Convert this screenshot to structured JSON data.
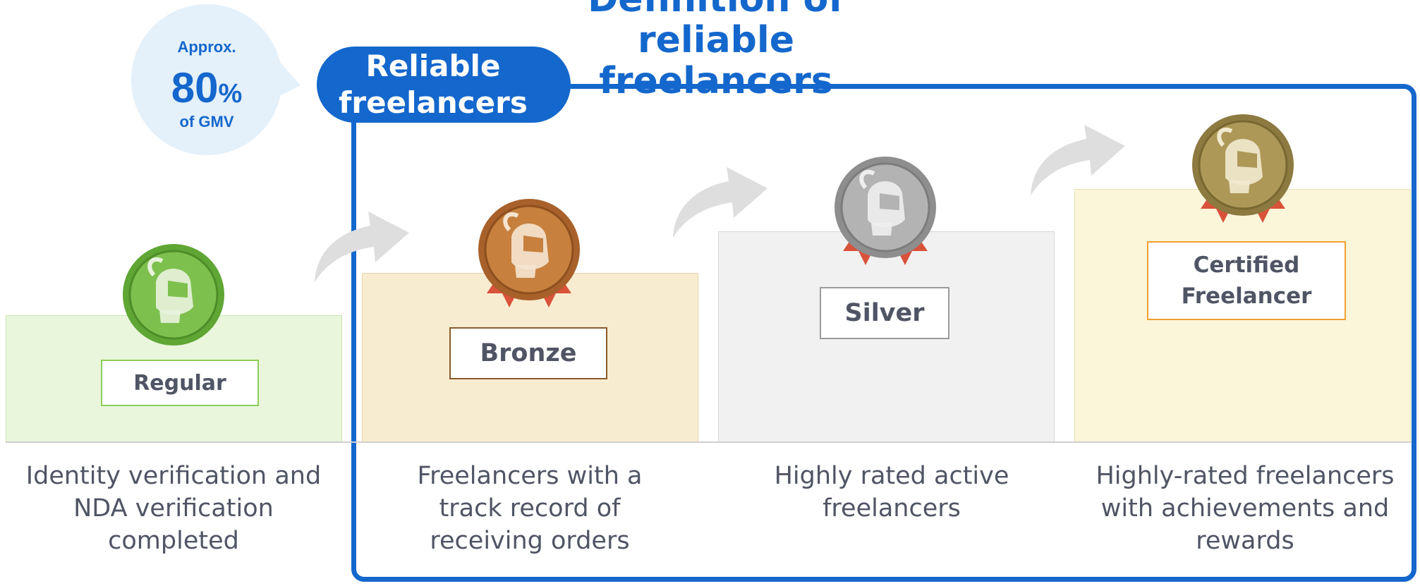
{
  "title": "Definition of reliable\nfreelancers",
  "gmv_bubble": {
    "approx": "Approx.",
    "value": "80",
    "unit": "%",
    "suffix": "of GMV"
  },
  "reliable_tab": "Reliable\nfreelancers",
  "tiers": [
    {
      "label": "Regular",
      "description": "Identity verification and\nNDA verification\ncompleted",
      "medal_color": "#5fa634",
      "has_ribbon": false
    },
    {
      "label": "Bronze",
      "description": "Freelancers with a\ntrack record of\nreceiving orders",
      "medal_color": "#b06a2c",
      "has_ribbon": true
    },
    {
      "label": "Silver",
      "description": "Highly rated active\nfreelancers",
      "medal_color": "#9c9c9c",
      "has_ribbon": true
    },
    {
      "label": "Certified\nFreelancer",
      "description": "Highly-rated freelancers\nwith achievements and\nrewards",
      "medal_color": "#9a8548",
      "has_ribbon": true
    }
  ],
  "colors": {
    "accent_blue": "#1467cc",
    "bubble_bg": "#e4f0fa",
    "text_gray": "#505565",
    "ribbon_red": "#d9523a"
  },
  "icons": [
    "knight-medal-icon",
    "growth-arrow-icon"
  ]
}
